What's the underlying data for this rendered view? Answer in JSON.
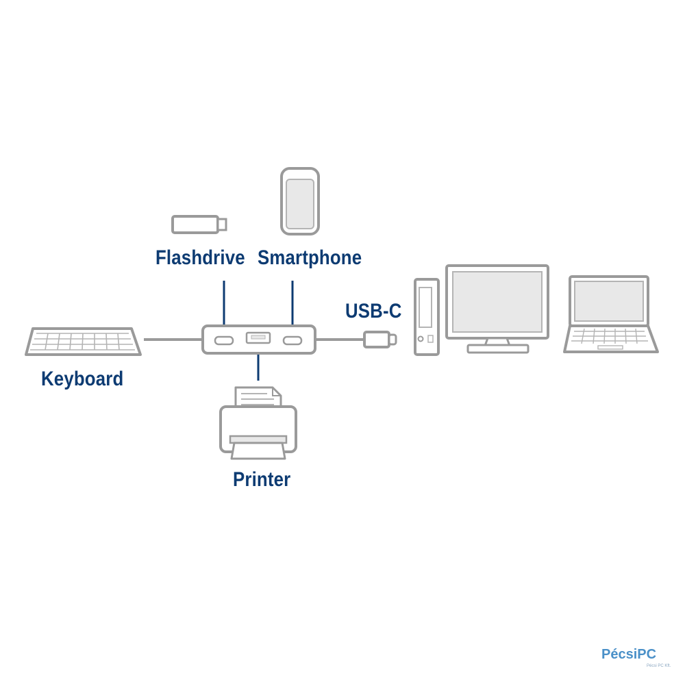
{
  "diagram": {
    "labels": {
      "flashdrive": "Flashdrive",
      "smartphone": "Smartphone",
      "usbc": "USB-C",
      "keyboard": "Keyboard",
      "printer": "Printer"
    },
    "colors": {
      "label": "#0d3b72",
      "device_stroke": "#9a9a9a",
      "device_fill": "#ffffff",
      "screen_fill": "#e8e8e8",
      "connector_line": "#0d3b72"
    }
  },
  "watermark": {
    "brand": "PécsiPC",
    "sub": "Pécsi PC Kft."
  }
}
